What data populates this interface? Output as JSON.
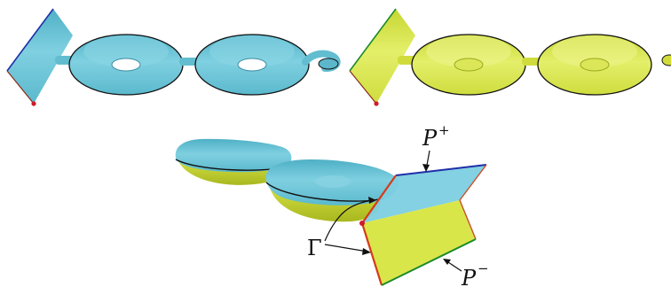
{
  "labels": {
    "p_plus": "P",
    "p_plus_sup": "+",
    "p_minus": "P",
    "p_minus_sup": "−",
    "gamma": "Γ"
  },
  "colors": {
    "cyan_surface": "#6cc4d6",
    "cyan_dark": "#4aa7bd",
    "yellow_surface": "#d9e64a",
    "yellow_dark": "#b9c92c",
    "boundary_blue": "#1f2fa8",
    "boundary_green": "#1e8a2a",
    "boundary_red": "#d63a1a",
    "corner_point": "#d11a2a",
    "outline": "#111111"
  }
}
